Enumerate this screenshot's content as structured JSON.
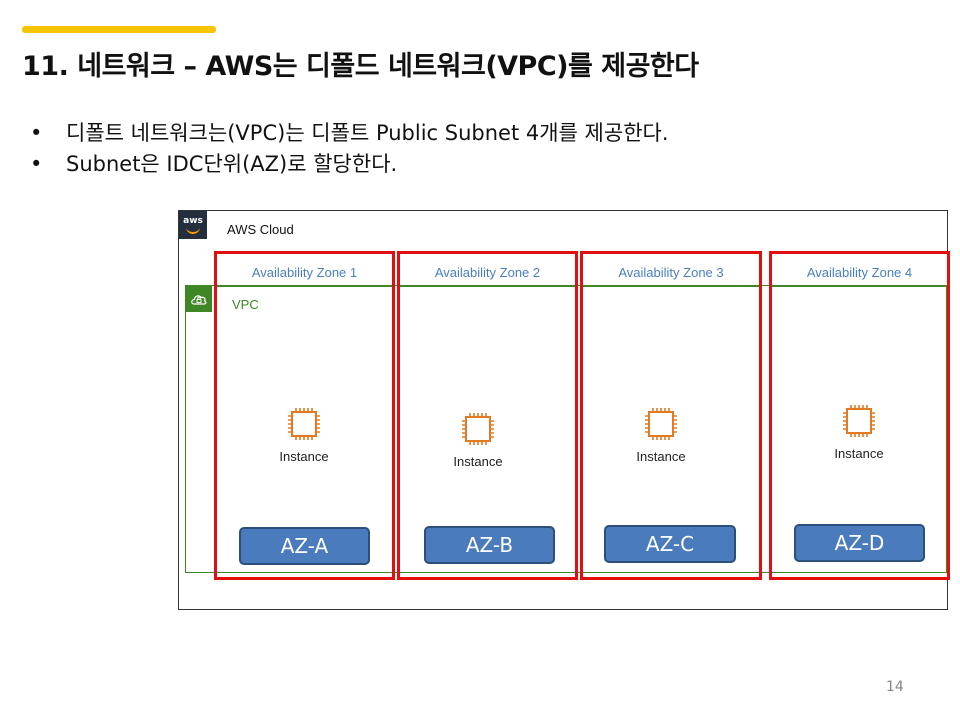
{
  "slide": {
    "title": "11. 네트워크 – AWS는 디폴드 네트워크(VPC)를 제공한다",
    "bullets": [
      "디폴트 네트워크는(VPC)는 디폴트 Public Subnet 4개를 제공한다.",
      "Subnet은 IDC단위(AZ)로 할당한다."
    ],
    "bullet_symbol": "•",
    "page_number": "14",
    "accent_color": "#f5c400"
  },
  "diagram": {
    "aws_logo_text": "aws",
    "cloud_label": "AWS Cloud",
    "vpc_label": "VPC",
    "vpc_color": "#3f8624",
    "highlight_color": "#e01010",
    "zones": [
      {
        "title": "Availability  Zone 1",
        "instance_label": "Instance",
        "badge": "AZ-A"
      },
      {
        "title": "Availability  Zone 2",
        "instance_label": "Instance",
        "badge": "AZ-B"
      },
      {
        "title": "Availability  Zone 3",
        "instance_label": "Instance",
        "badge": "AZ-C"
      },
      {
        "title": "Availability  Zone 4",
        "instance_label": "Instance",
        "badge": "AZ-D"
      }
    ],
    "instance_icon": "ec2-chip-icon",
    "badge_color": "#4a7bbd"
  }
}
